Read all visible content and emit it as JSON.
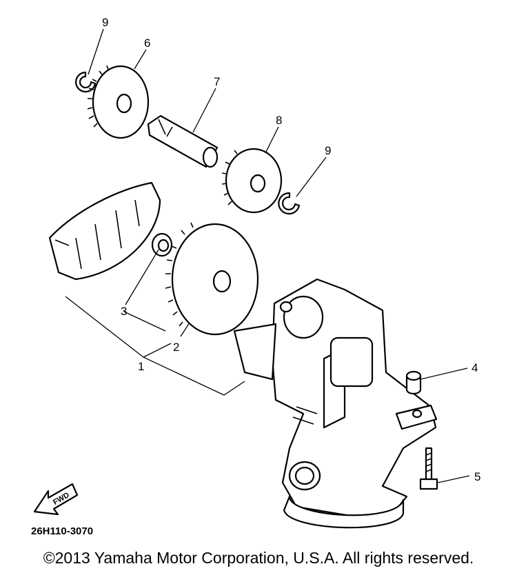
{
  "diagram": {
    "callouts": [
      {
        "id": "c9a",
        "text": "9"
      },
      {
        "id": "c6",
        "text": "6"
      },
      {
        "id": "c7",
        "text": "7"
      },
      {
        "id": "c8",
        "text": "8"
      },
      {
        "id": "c9b",
        "text": "9"
      },
      {
        "id": "c3",
        "text": "3"
      },
      {
        "id": "c2",
        "text": "2"
      },
      {
        "id": "c1",
        "text": "1"
      },
      {
        "id": "c4",
        "text": "4"
      },
      {
        "id": "c5",
        "text": "5"
      }
    ],
    "fwd_label": "FWD",
    "part_code": "26H110-3070"
  },
  "footer": {
    "copyright": "©2013 Yamaha Motor Corporation, U.S.A. All rights reserved."
  },
  "icons": {
    "fwd_arrow": "fwd-arrow-icon"
  }
}
